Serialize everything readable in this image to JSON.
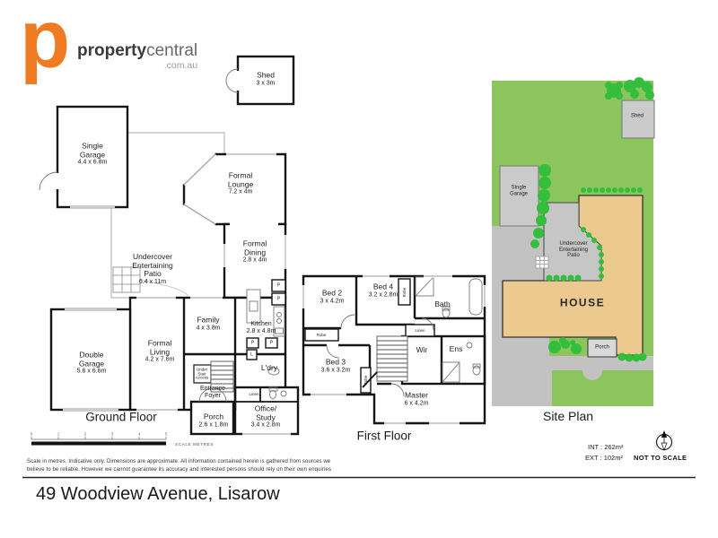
{
  "logo": {
    "mark": "p",
    "brand_bold": "property",
    "brand_light": "central",
    "domain": ".com.au",
    "orange": "#EF7B22"
  },
  "ground_floor": {
    "caption": "Ground Floor",
    "shed": {
      "name": "Shed",
      "dims": "3 x 3m"
    },
    "single_garage": {
      "name": "Single\nGarage",
      "dims": "4.4 x 6.8m"
    },
    "formal_lounge": {
      "name": "Formal\nLounge",
      "dims": "7.2 x 4m"
    },
    "patio": {
      "name": "Undercover\nEntertaining\nPatio",
      "dims": "6.4 x 11m"
    },
    "formal_dining": {
      "name": "Formal\nDining",
      "dims": "2.8 x 4m"
    },
    "family": {
      "name": "Family",
      "dims": "4 x 3.8m"
    },
    "kitchen": {
      "name": "Kitchen",
      "dims": "2.8 x 4.8m"
    },
    "laundry": {
      "name": "L'dry"
    },
    "formal_living": {
      "name": "Formal\nLiving",
      "dims": "4.2 x 7.6m"
    },
    "double_garage": {
      "name": "Double\nGarage",
      "dims": "5.6 x 6.6m"
    },
    "entrance_foyer": {
      "name": "Entrance\nFoyer"
    },
    "under_stair": {
      "name": "Under\nStair\nAccess"
    },
    "porch": {
      "name": "Porch",
      "dims": "2.6 x 1.8m"
    },
    "office_study": {
      "name": "Office/\nStudy",
      "dims": "3.4 x 2.8m"
    },
    "linen": {
      "name": "Linen"
    },
    "closets": {
      "pantry": "P",
      "linen_short": "L"
    }
  },
  "first_floor": {
    "caption": "First Floor",
    "bed2": {
      "name": "Bed 2",
      "dims": "3 x 4.2m"
    },
    "bed4": {
      "name": "Bed 4",
      "dims": "3.2 x 2.8m"
    },
    "bath": {
      "name": "Bath"
    },
    "bed3": {
      "name": "Bed 3",
      "dims": "3.6 x 3.2m"
    },
    "master": {
      "name": "Master",
      "dims": "6 x 4.2m"
    },
    "wir": {
      "name": "Wir"
    },
    "ens": {
      "name": "Ens"
    },
    "linen": {
      "name": "Linen"
    },
    "robe": {
      "name": "Robe"
    }
  },
  "site_plan": {
    "caption": "Site Plan",
    "shed": "Shed",
    "single_garage": "Single\nGarage",
    "patio": "Undercover\nEntertaining\nPatio",
    "house": "HOUSE",
    "porch": "Porch",
    "colors": {
      "grass": "#8CC45E",
      "bush": "#33BE3C",
      "house": "#EBC98F",
      "paving": "#C2C2C2",
      "structure": "#CBCBCB"
    }
  },
  "footer": {
    "scale_label": "SCALE METRES",
    "scale_ticks": [
      "0",
      "1",
      "2",
      "3",
      "4",
      "5"
    ],
    "disclaimer_line1": "Scale in metres. Indicative only. Dimensions are approximate. All information contained herein is gathered from sources we",
    "disclaimer_line2": "believe to be reliable. However we cannot guarantee its accuracy and interested persons should rely on their own enquiries",
    "int_area": "INT : 262m²",
    "ext_area": "EXT : 102m²",
    "not_to_scale": "NOT TO SCALE"
  },
  "address": "49 Woodview Avenue, Lisarow"
}
